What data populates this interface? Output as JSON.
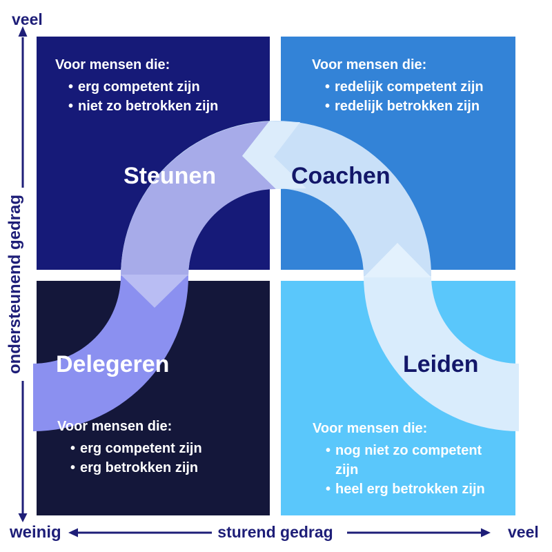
{
  "y_axis": {
    "label": "ondersteunend gedrag",
    "top_label": "veel"
  },
  "x_axis": {
    "label": "sturend gedrag",
    "right_label": "veel"
  },
  "origin_label": "weinig",
  "colors": {
    "axis": "#1e1e78",
    "background": "#ffffff"
  },
  "quadrants": [
    {
      "id": "steunen",
      "position": "top-left",
      "title": "Steunen",
      "intro": "Voor mensen die:",
      "bullets": [
        "erg competent zijn",
        "niet zo betrokken zijn"
      ],
      "bg": "#161a78",
      "band": "#a7abe9",
      "title_color": "#ffffff",
      "text_color": "#ffffff"
    },
    {
      "id": "coachen",
      "position": "top-right",
      "title": "Coachen",
      "intro": "Voor mensen die:",
      "bullets": [
        "redelijk competent zijn",
        "redelijk betrokken zijn"
      ],
      "bg": "#3383d7",
      "band": "#c9e0f8",
      "title_color": "#131769",
      "text_color": "#ffffff"
    },
    {
      "id": "delegeren",
      "position": "bottom-left",
      "title": "Delegeren",
      "intro": "Voor mensen die:",
      "bullets": [
        "erg competent zijn",
        "erg betrokken zijn"
      ],
      "bg": "#14173a",
      "band": "#8b90f0",
      "title_color": "#ffffff",
      "text_color": "#ffffff"
    },
    {
      "id": "leiden",
      "position": "bottom-right",
      "title": "Leiden",
      "intro": "Voor mensen die:",
      "bullets": [
        "nog niet zo competent zijn",
        "heel erg betrokken zijn"
      ],
      "bg": "#5ac7fb",
      "band": "#d9ecfc",
      "title_color": "#131769",
      "text_color": "#ffffff"
    }
  ],
  "flow_arrows": [
    {
      "from": "Leiden",
      "to": "Coachen",
      "direction": "up",
      "color": "#e3f1fd"
    },
    {
      "from": "Coachen",
      "to": "Steunen",
      "direction": "left",
      "color": "#dcecfb"
    },
    {
      "from": "Steunen",
      "to": "Delegeren",
      "direction": "down",
      "color": "#b9bdf3"
    }
  ]
}
